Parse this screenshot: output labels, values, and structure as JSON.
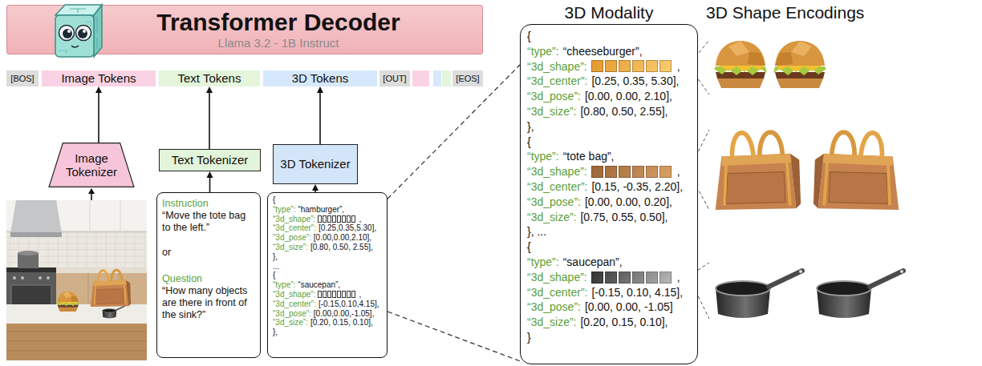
{
  "diagram": {
    "nodes": [
      {
        "text": [
          "Transformer Decoder",
          "Llama 3.2 - 1B Instruct"
        ]
      },
      {
        "text": [
          "[BOS]"
        ]
      },
      {
        "text": [
          "Image Tokens"
        ]
      },
      {
        "text": [
          "Text Tokens"
        ]
      },
      {
        "text": [
          "3D Tokens"
        ]
      },
      {
        "text": [
          "[OUT]"
        ]
      },
      {
        "text": [
          "[EOS]"
        ]
      },
      {
        "text": [
          "Image Tokenizer"
        ]
      },
      {
        "text": [
          "Text Tokenizer"
        ]
      },
      {
        "text": [
          "3D Tokenizer"
        ]
      },
      {
        "text": [
          "Instruction",
          "“Move the tote bag to the left.”",
          "or",
          "Question",
          "“How many objects are there in front of the sink?”"
        ]
      },
      {
        "text": [
          "{",
          "“type”:",
          "“hamburger”,",
          "“3d_shape”:",
          ",",
          "“3d_center”:",
          "[0.25,0.35,5.30],",
          "“3d_pose”:",
          "[0.00,0.00,2.10],",
          "“3d_size”:",
          "[0.80, 0.50, 2.55],",
          "},",
          "...",
          "{",
          "“type”:",
          "“saucepan”,",
          "“3d_shape”:",
          ",",
          "“3d_center”:",
          "[-0.15,0.10,4.15],",
          "“3d_pose”:",
          "[0.00,0.00,-1.05],",
          "“3d_size”:",
          "[0.20, 0.15, 0.10],",
          "},"
        ]
      },
      {
        "text": [
          "3D Modality",
          "{",
          "“type”:",
          "“cheeseburger”,",
          "“3d_shape”:",
          ",",
          "“3d_center”:",
          "[0.25, 0.35, 5.30],",
          "“3d_pose”:",
          "[0.00, 0.00, 2.10],",
          "“3d_size”:",
          "[0.80, 0.50, 2.55],",
          "},",
          "{",
          "“type”:",
          "“tote bag”,",
          "“3d_shape”:",
          ",",
          "“3d_center”:",
          "[0.15, -0.35, 2.20],",
          "“3d_pose”:",
          "[0.00, 0.00, 0.20],",
          "“3d_size”:",
          "[0.75, 0.55, 0.50],",
          "}, ...",
          "{",
          "“type”:",
          "“saucepan”,",
          "“3d_shape”:",
          ",",
          "“3d_center”:",
          "[-0.15, 0.10, 4.15],",
          "“3d_pose”:",
          "[0.00, 0.00, -1.05]",
          "“3d_size”:",
          "[0.20, 0.15, 0.10],",
          "}"
        ]
      }
    ],
    "edges": [
      {
        "from": 7,
        "to": 2,
        "arrow": "to"
      },
      {
        "from": 8,
        "to": 3,
        "arrow": "to"
      },
      {
        "from": 9,
        "to": 4,
        "arrow": "to"
      },
      {
        "from": 10,
        "to": 8,
        "arrow": "to"
      },
      {
        "from": 11,
        "to": 9,
        "arrow": "to"
      },
      {
        "from": 11,
        "to": 12,
        "arrow": "none"
      },
      {
        "from": 11,
        "to": 12,
        "arrow": "none"
      }
    ],
    "labels": [
      "3D Shape Encodings"
    ]
  }
}
